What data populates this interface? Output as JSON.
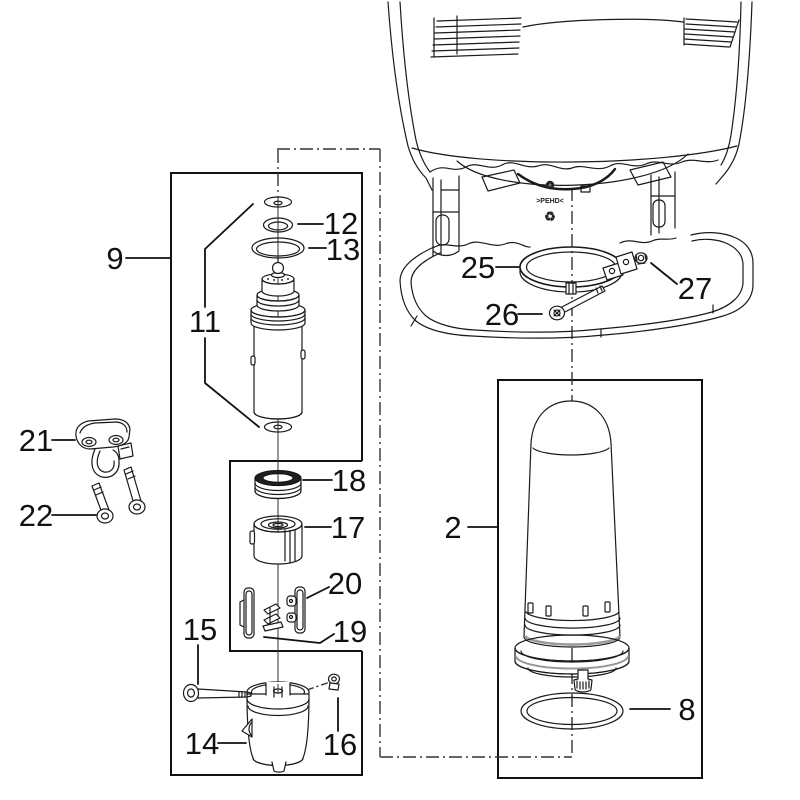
{
  "diagram": {
    "type": "exploded-parts-diagram",
    "background": "#ffffff",
    "stroke_color": "#1a1a1a",
    "gray_band_color": "#9a9a9a",
    "callouts": {
      "2": "2",
      "8": "8",
      "9": "9",
      "11": "11",
      "12": "12",
      "13": "13",
      "14": "14",
      "15": "15",
      "16": "16",
      "17": "17",
      "18": "18",
      "19": "19",
      "20": "20",
      "21": "21",
      "22": "22",
      "25": "25",
      "26": "26",
      "27": "27"
    },
    "markings": {
      "material": ">PEHD<",
      "recycle": "♻"
    }
  }
}
